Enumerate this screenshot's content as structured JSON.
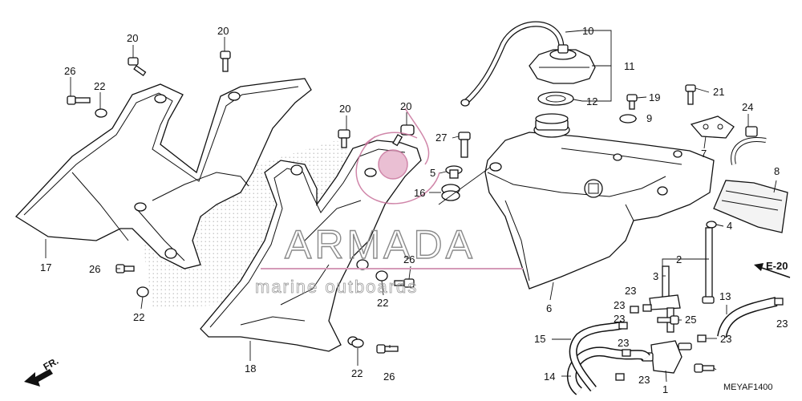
{
  "diagram": {
    "code": "MEYAF1400",
    "ref_box": "E-20",
    "direction": "FR.",
    "watermark": {
      "brand": "ARMADA",
      "tagline": "marine outboards"
    },
    "callouts": {
      "c1": "1",
      "c2": "2",
      "c3": "3",
      "c4": "4",
      "c5": "5",
      "c6": "6",
      "c7": "7",
      "c8": "8",
      "c9": "9",
      "c10": "10",
      "c11": "11",
      "c12": "12",
      "c13": "13",
      "c14": "14",
      "c15": "15",
      "c16": "16",
      "c17": "17",
      "c18": "18",
      "c19": "19",
      "c20a": "20",
      "c20b": "20",
      "c20c": "20",
      "c20d": "20",
      "c21": "21",
      "c22a": "22",
      "c22b": "22",
      "c22c": "22",
      "c22d": "22",
      "c23a": "23",
      "c23b": "23",
      "c23c": "23",
      "c23d": "23",
      "c23e": "23",
      "c23f": "23",
      "c23g": "23",
      "c24": "24",
      "c25": "25",
      "c26a": "26",
      "c26b": "26",
      "c26c": "26",
      "c26d": "26",
      "c27": "27"
    }
  }
}
